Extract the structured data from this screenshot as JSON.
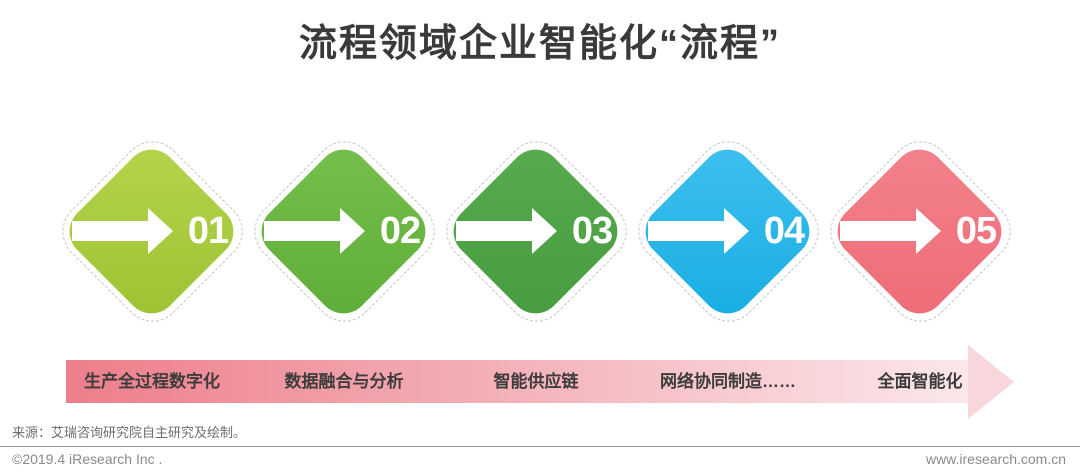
{
  "title": "流程领域企业智能化“流程”",
  "steps": [
    {
      "number": "01",
      "label": "生产全过程数字化",
      "color": "#a8ca3f"
    },
    {
      "number": "02",
      "label": "数据融合与分析",
      "color": "#69b541"
    },
    {
      "number": "03",
      "label": "智能供应链",
      "color": "#4fa346"
    },
    {
      "number": "04",
      "label": "网络协同制造……",
      "color": "#2bb6e9"
    },
    {
      "number": "05",
      "label": "全面智能化",
      "color": "#f0737f"
    }
  ],
  "flow_bar": {
    "start_color": "#ed7e8a",
    "end_color": "#fbe7ea",
    "arrow_color": "#f7d6dc"
  },
  "footer": {
    "source": "来源：艾瑞咨询研究院自主研究及绘制。",
    "copyright": "©2019.4 iResearch Inc .",
    "website": "www.iresearch.com.cn"
  }
}
